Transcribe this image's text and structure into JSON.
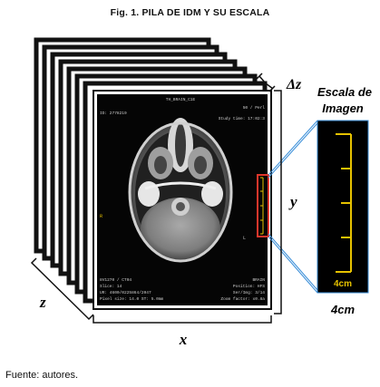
{
  "figure": {
    "title": "Fig. 1.  PILA DE IDM Y SU ESCALA",
    "source": "Fuente: autores."
  },
  "labels": {
    "delta_z": "Δz",
    "y": "y",
    "x": "x",
    "z": "z",
    "scale_title_line1": "Escala de",
    "scale_title_line2": "Imagen",
    "scale_unit_inset": "4cm",
    "scale_unit_below": "4cm"
  },
  "ct_overlay": {
    "top_center": "TH_BRAIN_C1E",
    "id": "ID: 2778219",
    "right_top": "50 / Perl",
    "study_time": "Study time: 17:02:3",
    "bottom_left_1": "8V1270 / CT04",
    "bottom_left_2": "Slice: 14",
    "bottom_left_3": "UR: 4600/0225864/2047",
    "bottom_left_4": "Pixel size: 14.0  ST: 5.0mm",
    "bottom_right_1": "BRAIN",
    "bottom_right_2": "Position: HFS",
    "bottom_right_3": "Ser/Img: 3/14",
    "bottom_right_4": "Zoom factor: x0.8a",
    "side_left": "R",
    "side_right": "L"
  },
  "colors": {
    "highlight_box": "#e0362b",
    "connector": "#3b8fd9",
    "scale_ticks": "#e6c200",
    "inset_bg": "#000000",
    "slice_border": "#111111"
  }
}
